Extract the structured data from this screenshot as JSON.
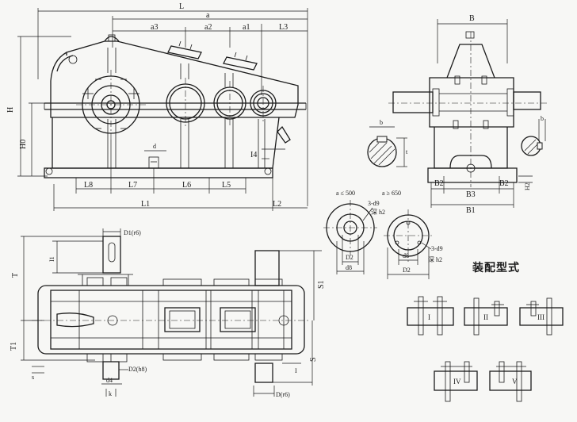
{
  "labels": {
    "L": "L",
    "a": "a",
    "a3": "a3",
    "a2": "a2",
    "a1": "a1",
    "L3": "L3",
    "H": "H",
    "H0": "H0",
    "I4": "I4",
    "d": "d",
    "L8": "L8",
    "L7": "L7",
    "L6": "L6",
    "L5": "L5",
    "L1": "L1",
    "L2": "L2",
    "B": "B",
    "B2": "B2",
    "B3": "B3",
    "B2r": "B2",
    "B1": "B1",
    "H2": "H2",
    "b_left": "b",
    "t_left": "t",
    "b_right": "b",
    "a_lt500": "a ≤ 500",
    "a_ge650": "a ≥ 650",
    "d9_left": "3-d9",
    "h2_left": "深 h2",
    "d9_right": "3-d9",
    "h2_right": "深 h2",
    "D2_left": "D2",
    "d8_left": "d8",
    "d8_right": "d8",
    "D2_right": "D2",
    "D1": "D1(r6)",
    "I1": "I1",
    "T": "T",
    "T1": "T1",
    "S1": "S1",
    "S": "S",
    "I_small": "I",
    "s_small": "s",
    "d4": "d4",
    "D2h8": "D2(h8)",
    "k": "k",
    "Dr6": "D(r6)",
    "assembly_title": "装配型式",
    "forms": [
      "I",
      "II",
      "III",
      "IV",
      "V"
    ]
  }
}
